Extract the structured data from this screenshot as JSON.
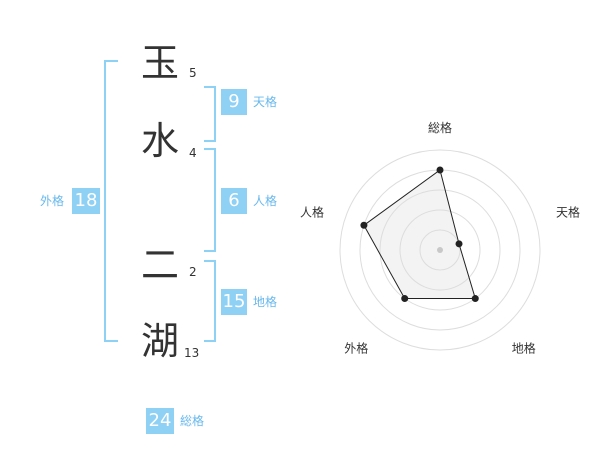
{
  "name": {
    "chars": [
      {
        "char": "玉",
        "strokes": "5"
      },
      {
        "char": "水",
        "strokes": "4"
      },
      {
        "char": "二",
        "strokes": "2"
      },
      {
        "char": "湖",
        "strokes": "13"
      }
    ]
  },
  "kakusu": {
    "tenkaku": {
      "value": "9",
      "label": "天格"
    },
    "jinkaku": {
      "value": "6",
      "label": "人格"
    },
    "chikaku": {
      "value": "15",
      "label": "地格"
    },
    "gaikaku": {
      "value": "18",
      "label": "外格"
    },
    "soukaku": {
      "value": "24",
      "label": "総格"
    }
  },
  "colors": {
    "accent": "#8fd0f5",
    "label_text": "#68b8ee"
  },
  "chart_data": {
    "type": "radar",
    "categories": [
      "総格",
      "天格",
      "地格",
      "外格",
      "人格"
    ],
    "values": [
      4,
      1,
      3,
      3,
      4
    ],
    "rmax": 5,
    "grid": true
  }
}
